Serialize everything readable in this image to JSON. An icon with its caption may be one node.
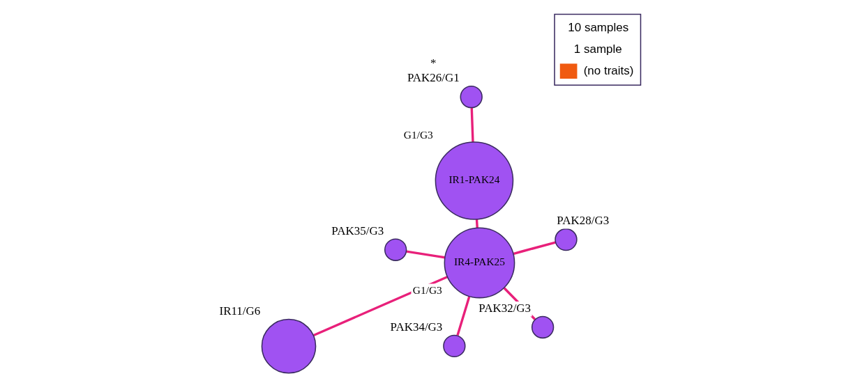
{
  "diagram": {
    "nodes": [
      {
        "text": [
          "IR11/G6"
        ]
      },
      {
        "text": [
          "PAK28/G3"
        ]
      },
      {
        "text": [
          "PAK34/G3"
        ]
      },
      {
        "text": [
          "PAK26/G1"
        ],
        "beside": [
          "*"
        ]
      },
      {
        "text": [
          "G1/G3",
          "IR1-PAK24"
        ]
      },
      {
        "text": [
          "G1/G3",
          "IR4-PAK25"
        ]
      },
      {
        "text": [
          "PAK35/G3"
        ]
      },
      {
        "text": [
          "PAK32/G3"
        ]
      }
    ],
    "edges": [
      {
        "from": 3,
        "to": 4,
        "arrow": "none"
      },
      {
        "from": 4,
        "to": 5,
        "arrow": "none"
      },
      {
        "from": 5,
        "to": 1,
        "arrow": "none"
      },
      {
        "from": 5,
        "to": 2,
        "arrow": "none"
      },
      {
        "from": 5,
        "to": 0,
        "arrow": "none"
      },
      {
        "from": 5,
        "to": 6,
        "arrow": "none"
      },
      {
        "from": 5,
        "to": 7,
        "arrow": "none"
      }
    ],
    "legend": [
      {
        "text": "10 samples"
      },
      {
        "text": "1 sample"
      },
      {
        "text": "(no traits)",
        "color": "#f05a10"
      }
    ]
  }
}
